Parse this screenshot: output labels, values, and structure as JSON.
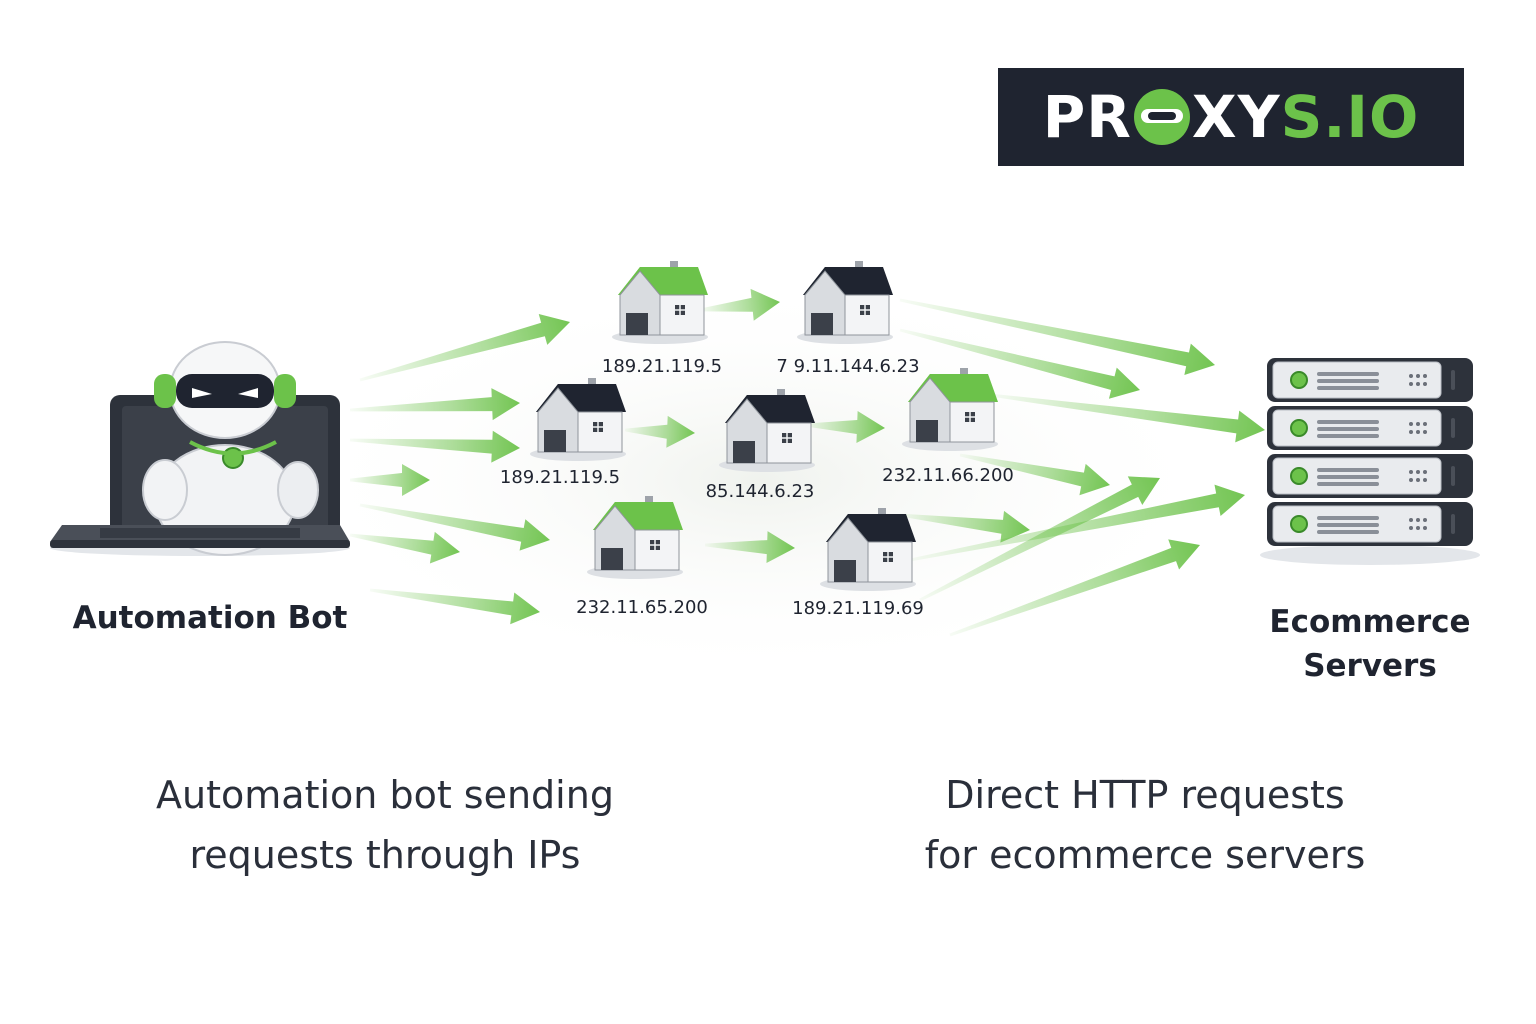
{
  "brand": {
    "logo_left": "PR",
    "logo_mid": "XY",
    "logo_right": "S.IO",
    "colors": {
      "green": "#6cc24a",
      "dark": "#1f2430"
    }
  },
  "bot": {
    "label": "Automation Bot",
    "icon": "robot-at-laptop-icon"
  },
  "servers": {
    "line1": "Ecommerce",
    "line2": "Servers",
    "icon": "server-rack-icon",
    "unit_count": 4
  },
  "proxy_nodes": [
    {
      "ip": "189.21.119.5",
      "roof": "green"
    },
    {
      "ip": "7 9.11.144.6.23",
      "roof": "dark"
    },
    {
      "ip": "189.21.119.5",
      "roof": "dark"
    },
    {
      "ip": "85.144.6.23",
      "roof": "dark"
    },
    {
      "ip": "232.11.66.200",
      "roof": "green"
    },
    {
      "ip": "232.11.65.200",
      "roof": "green"
    },
    {
      "ip": "189.21.119.69",
      "roof": "dark"
    }
  ],
  "captions": {
    "left_line1": "Automation bot sending",
    "left_line2": "requests through IPs",
    "right_line1": "Direct HTTP requests",
    "right_line2": "for ecommerce servers"
  }
}
